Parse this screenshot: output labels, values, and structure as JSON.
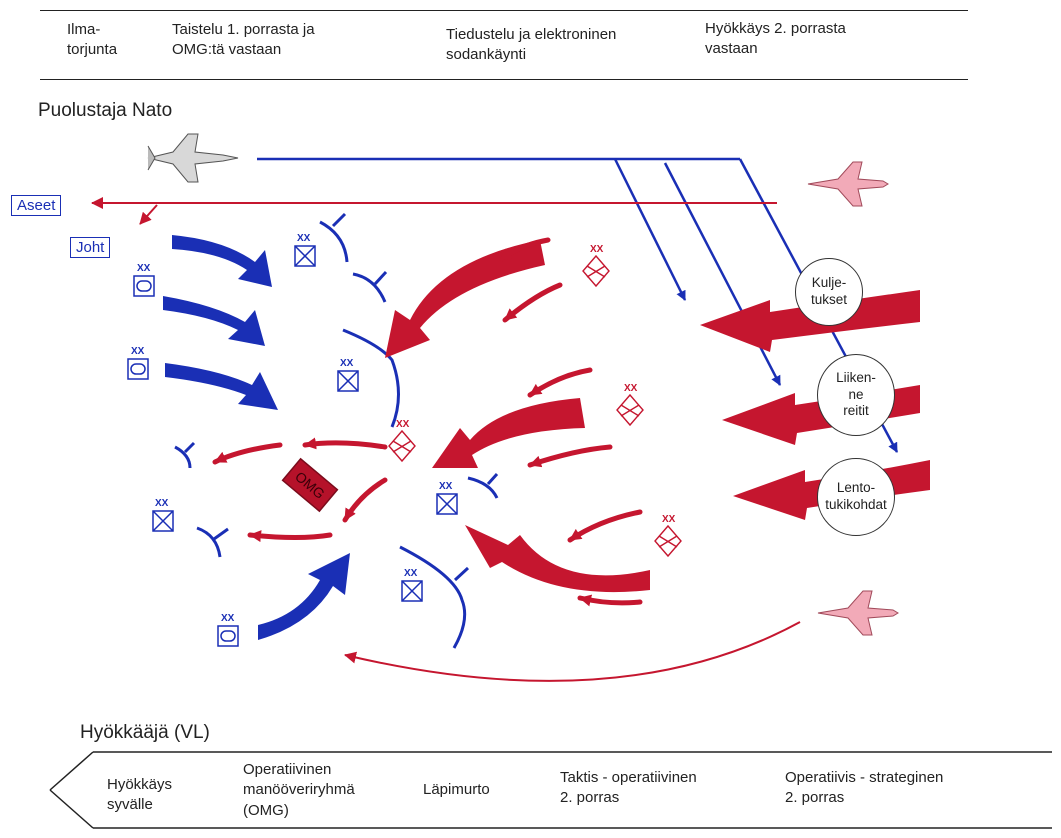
{
  "header": {
    "cols": [
      "Ilma-\ntorjunta",
      "Taistelu 1. porrasta ja\nOMG:tä vastaan",
      "Tiedustelu ja elektroninen\nsodankäynti",
      "Hyökkäys 2. porrasta\nvastaan"
    ]
  },
  "defender_label": "Puolustaja Nato",
  "attacker_label": "Hyökkääjä (VL)",
  "boxes": {
    "weapons": "Aseet",
    "command": "Joht"
  },
  "targets": [
    "Kulje-\ntukset",
    "Liiken-\nne\nreitit",
    "Lento-\ntukikohdat"
  ],
  "omg_label": "OMG",
  "unit_label": "XX",
  "footer": {
    "cols": [
      "Hyökkäys\nsyvälle",
      "Operatiivinen\nmanööveriryhmä\n(OMG)",
      "Läpimurto",
      "Taktis - operatiivinen\n2. porras",
      "Operatiivis - strateginen\n2. porras"
    ]
  },
  "colors": {
    "nato": "#1a2fb5",
    "attacker": "#b5122a",
    "attacker_fill": "#c5162f",
    "aircraft_pink": "#f2aab8"
  }
}
